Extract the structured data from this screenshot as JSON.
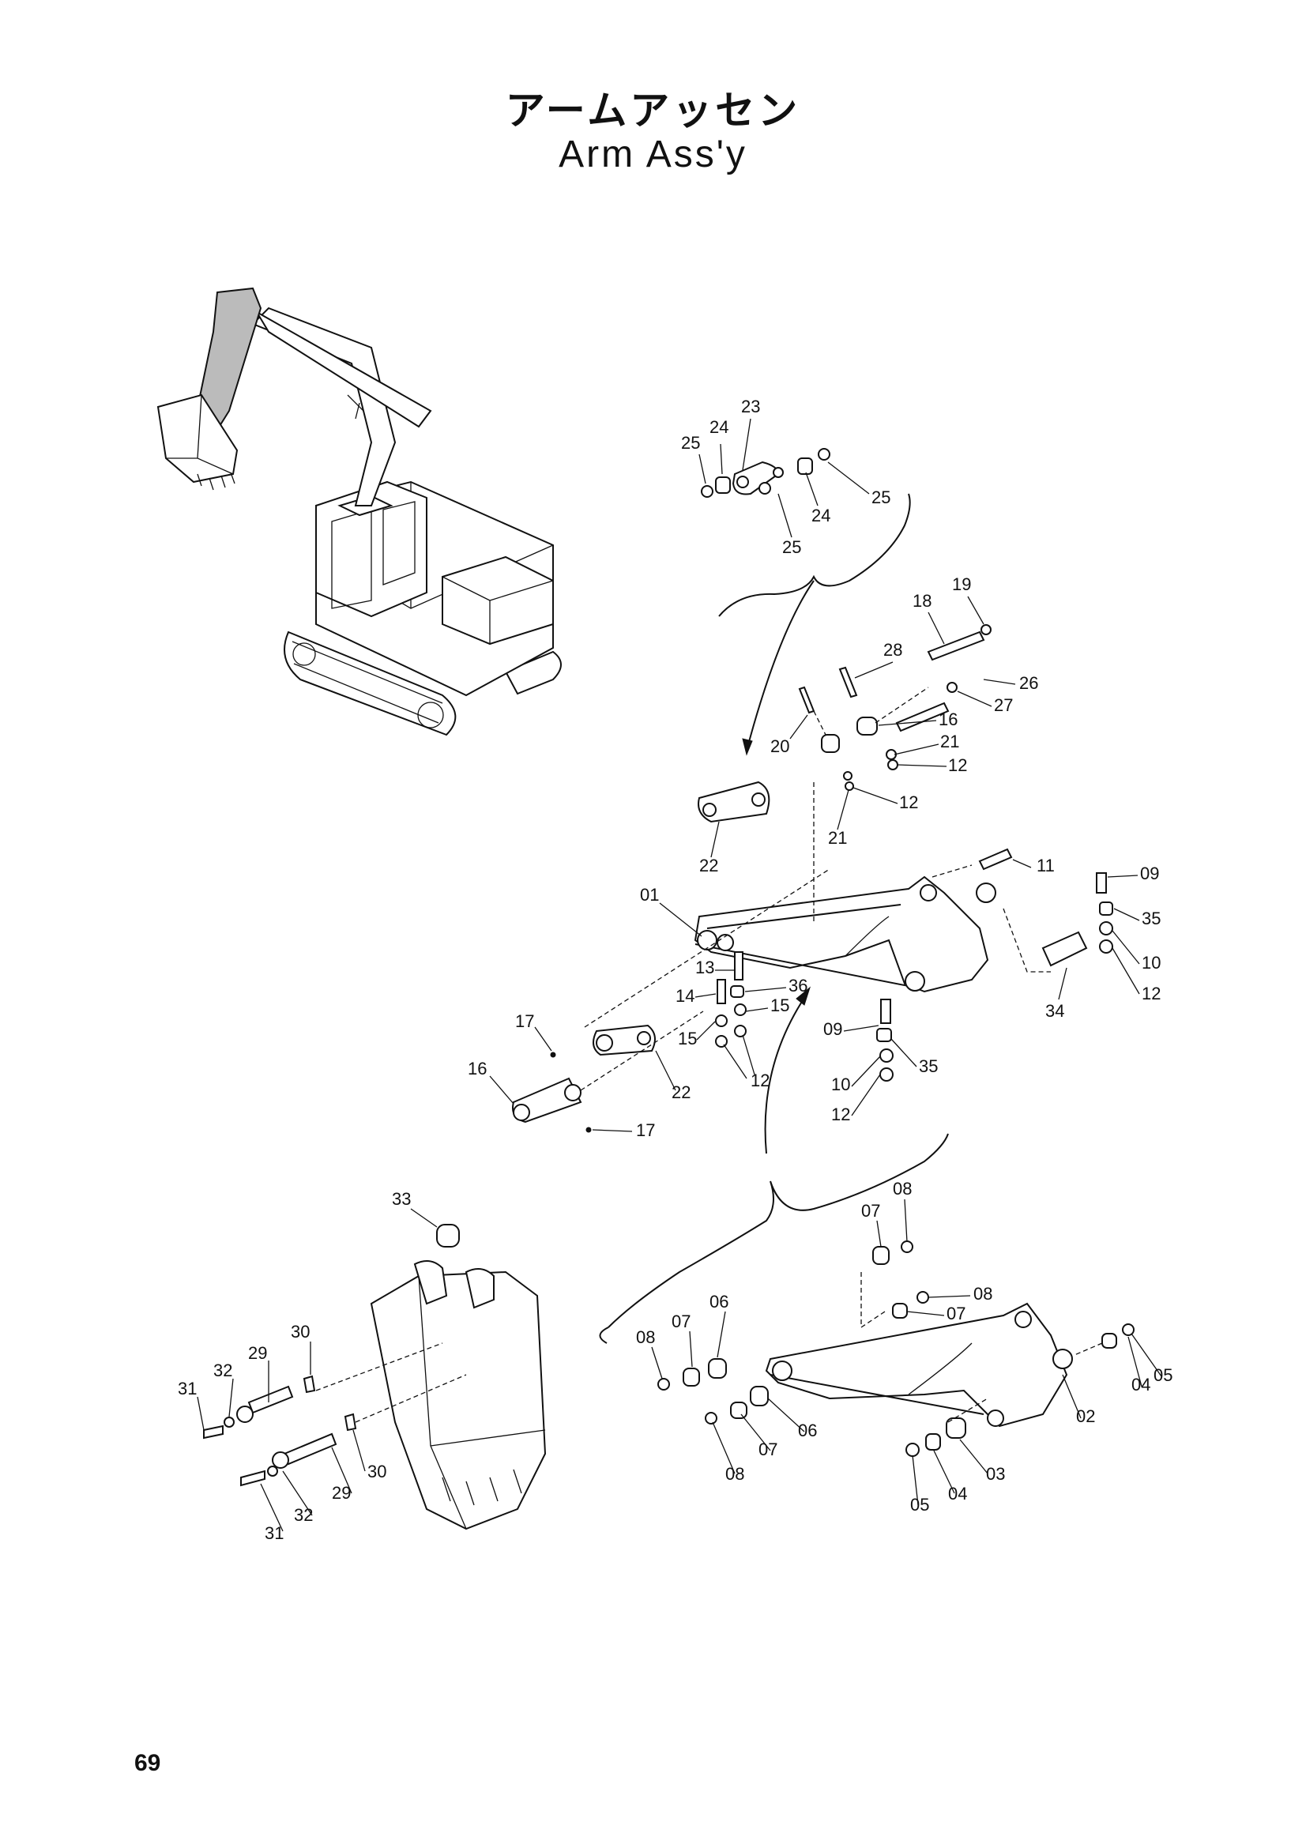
{
  "title": {
    "japanese": "アームアッセン",
    "english": "Arm Ass'y"
  },
  "page_number": "69",
  "callouts": [
    {
      "id": "c25a",
      "label": "25"
    },
    {
      "id": "c24a",
      "label": "24"
    },
    {
      "id": "c23",
      "label": "23"
    },
    {
      "id": "c24b",
      "label": "24"
    },
    {
      "id": "c25b",
      "label": "25"
    },
    {
      "id": "c25c",
      "label": "25"
    },
    {
      "id": "c18",
      "label": "18"
    },
    {
      "id": "c19",
      "label": "19"
    },
    {
      "id": "c28",
      "label": "28"
    },
    {
      "id": "c26",
      "label": "26"
    },
    {
      "id": "c27",
      "label": "27"
    },
    {
      "id": "c20",
      "label": "20"
    },
    {
      "id": "c16a",
      "label": "16"
    },
    {
      "id": "c21a",
      "label": "21"
    },
    {
      "id": "c12a",
      "label": "12"
    },
    {
      "id": "c12b",
      "label": "12"
    },
    {
      "id": "c21b",
      "label": "21"
    },
    {
      "id": "c22a",
      "label": "22"
    },
    {
      "id": "c11",
      "label": "11"
    },
    {
      "id": "c09a",
      "label": "09"
    },
    {
      "id": "c35a",
      "label": "35"
    },
    {
      "id": "c10a",
      "label": "10"
    },
    {
      "id": "c12c",
      "label": "12"
    },
    {
      "id": "c34",
      "label": "34"
    },
    {
      "id": "c01",
      "label": "01"
    },
    {
      "id": "c13",
      "label": "13"
    },
    {
      "id": "c14",
      "label": "14"
    },
    {
      "id": "c36",
      "label": "36"
    },
    {
      "id": "c15a",
      "label": "15"
    },
    {
      "id": "c15b",
      "label": "15"
    },
    {
      "id": "c12d",
      "label": "12"
    },
    {
      "id": "c09b",
      "label": "09"
    },
    {
      "id": "c35b",
      "label": "35"
    },
    {
      "id": "c10b",
      "label": "10"
    },
    {
      "id": "c12e",
      "label": "12"
    },
    {
      "id": "c17a",
      "label": "17"
    },
    {
      "id": "c16b",
      "label": "16"
    },
    {
      "id": "c22b",
      "label": "22"
    },
    {
      "id": "c17b",
      "label": "17"
    },
    {
      "id": "c33",
      "label": "33"
    },
    {
      "id": "c30a",
      "label": "30"
    },
    {
      "id": "c29a",
      "label": "29"
    },
    {
      "id": "c32a",
      "label": "32"
    },
    {
      "id": "c31a",
      "label": "31"
    },
    {
      "id": "c29b",
      "label": "29"
    },
    {
      "id": "c30b",
      "label": "30"
    },
    {
      "id": "c32b",
      "label": "32"
    },
    {
      "id": "c31b",
      "label": "31"
    },
    {
      "id": "c07a",
      "label": "07"
    },
    {
      "id": "c08a",
      "label": "08"
    },
    {
      "id": "c08b",
      "label": "08"
    },
    {
      "id": "c07b",
      "label": "07"
    },
    {
      "id": "c08c",
      "label": "08"
    },
    {
      "id": "c07c",
      "label": "07"
    },
    {
      "id": "c06a",
      "label": "06"
    },
    {
      "id": "c04a",
      "label": "04"
    },
    {
      "id": "c05a",
      "label": "05"
    },
    {
      "id": "c02",
      "label": "02"
    },
    {
      "id": "c06b",
      "label": "06"
    },
    {
      "id": "c07d",
      "label": "07"
    },
    {
      "id": "c08d",
      "label": "08"
    },
    {
      "id": "c03",
      "label": "03"
    },
    {
      "id": "c04b",
      "label": "04"
    },
    {
      "id": "c05b",
      "label": "05"
    }
  ]
}
